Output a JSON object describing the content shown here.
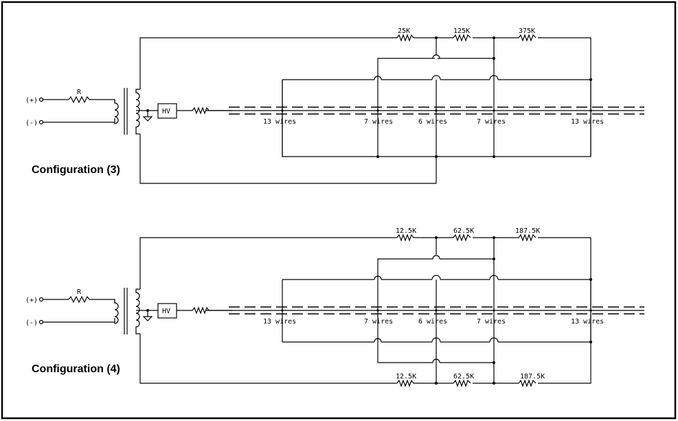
{
  "colors": {
    "line": "#000000",
    "background": "#ffffff",
    "border": "#000000"
  },
  "icons": [
    "resistor-symbol",
    "transformer-symbol",
    "ground-symbol",
    "terminal-circle",
    "junction-dot",
    "wire-hop"
  ],
  "configs": [
    {
      "title": "Configuration (3)",
      "input_plus": "(+)",
      "input_minus": "(-)",
      "input_resistor": "R",
      "hv_label": "HV",
      "top_resistors": [
        "25K",
        "125K",
        "375K"
      ],
      "bottom_resistors": [],
      "wire_groups": [
        "13 wires",
        "7 wires",
        "6 wires",
        "7 wires",
        "13 wires"
      ]
    },
    {
      "title": "Configuration (4)",
      "input_plus": "(+)",
      "input_minus": "(-)",
      "input_resistor": "R",
      "hv_label": "HV",
      "top_resistors": [
        "12.5K",
        "62.5K",
        "187.5K"
      ],
      "bottom_resistors": [
        "12.5K",
        "62.5K",
        "187.5K"
      ],
      "wire_groups": [
        "13 wires",
        "7 wires",
        "6 wires",
        "7 wires",
        "13 wires"
      ]
    }
  ]
}
